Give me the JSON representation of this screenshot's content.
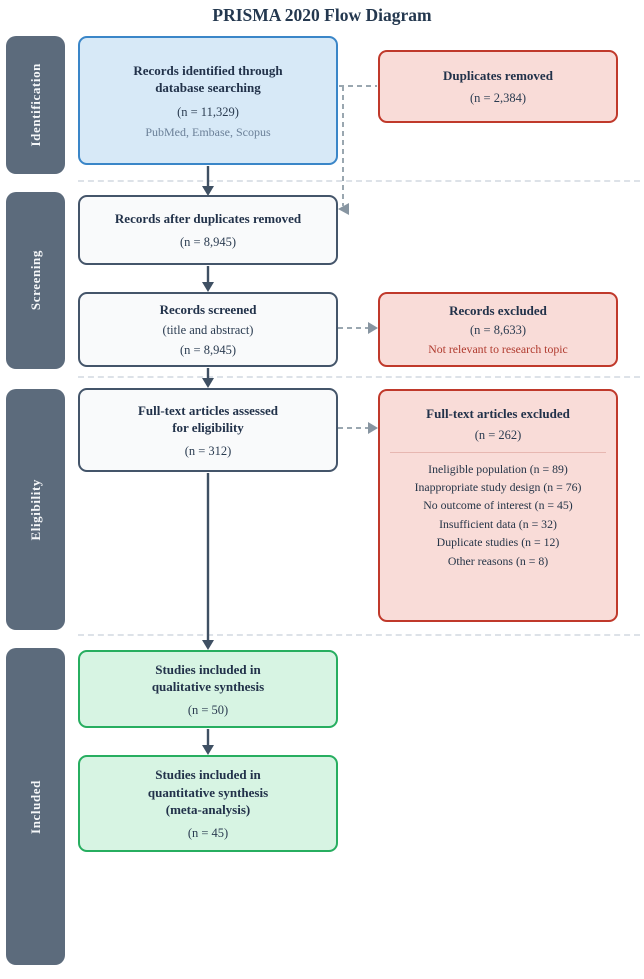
{
  "title": "PRISMA 2020 Flow Diagram",
  "stages": {
    "identification": "Identification",
    "screening": "Screening",
    "eligibility": "Eligibility",
    "included": "Included"
  },
  "boxes": {
    "identified": {
      "line1": "Records identified through",
      "line2": "database searching",
      "count": "(n = 11,329)",
      "note": "PubMed, Embase, Scopus"
    },
    "duplicates_removed": {
      "line1": "Duplicates removed",
      "count": "(n = 2,384)"
    },
    "after_duplicates": {
      "line1": "Records after duplicates removed",
      "count": "(n = 8,945)"
    },
    "screened": {
      "line1": "Records screened",
      "line2": "(title and abstract)",
      "count": "(n = 8,945)"
    },
    "records_excluded": {
      "line1": "Records excluded",
      "count": "(n = 8,633)",
      "note": "Not relevant to research topic"
    },
    "fulltext_assessed": {
      "line1": "Full-text articles assessed",
      "line2": "for eligibility",
      "count": "(n = 312)"
    },
    "fulltext_excluded": {
      "line1": "Full-text articles excluded",
      "count": "(n = 262)",
      "reasons": [
        "Ineligible population (n = 89)",
        "Inappropriate study design (n = 76)",
        "No outcome of interest (n = 45)",
        "Insufficient data (n = 32)",
        "Duplicate studies (n = 12)",
        "Other reasons (n = 8)"
      ]
    },
    "qualitative": {
      "line1": "Studies included in",
      "line2": "qualitative synthesis",
      "count": "(n = 50)"
    },
    "quantitative": {
      "line1": "Studies included in",
      "line2": "quantitative synthesis",
      "line3": "(meta-analysis)",
      "count": "(n = 45)"
    }
  },
  "colors": {
    "stage_rail": "#5c6b7c",
    "identified_fill": "#d7e9f7",
    "identified_border": "#3a86c8",
    "neutral_fill": "#f9fafb",
    "neutral_border": "#44556a",
    "excluded_fill": "#f9dcd8",
    "excluded_border": "#c0392b",
    "included_fill": "#d7f4e3",
    "included_border": "#27ae60",
    "arrow_solid": "#3f5063",
    "arrow_dashed": "#9aa7b0",
    "text_dark": "#22324a",
    "text_note_blue": "#6b8098",
    "text_note_red": "#b03a2e"
  }
}
